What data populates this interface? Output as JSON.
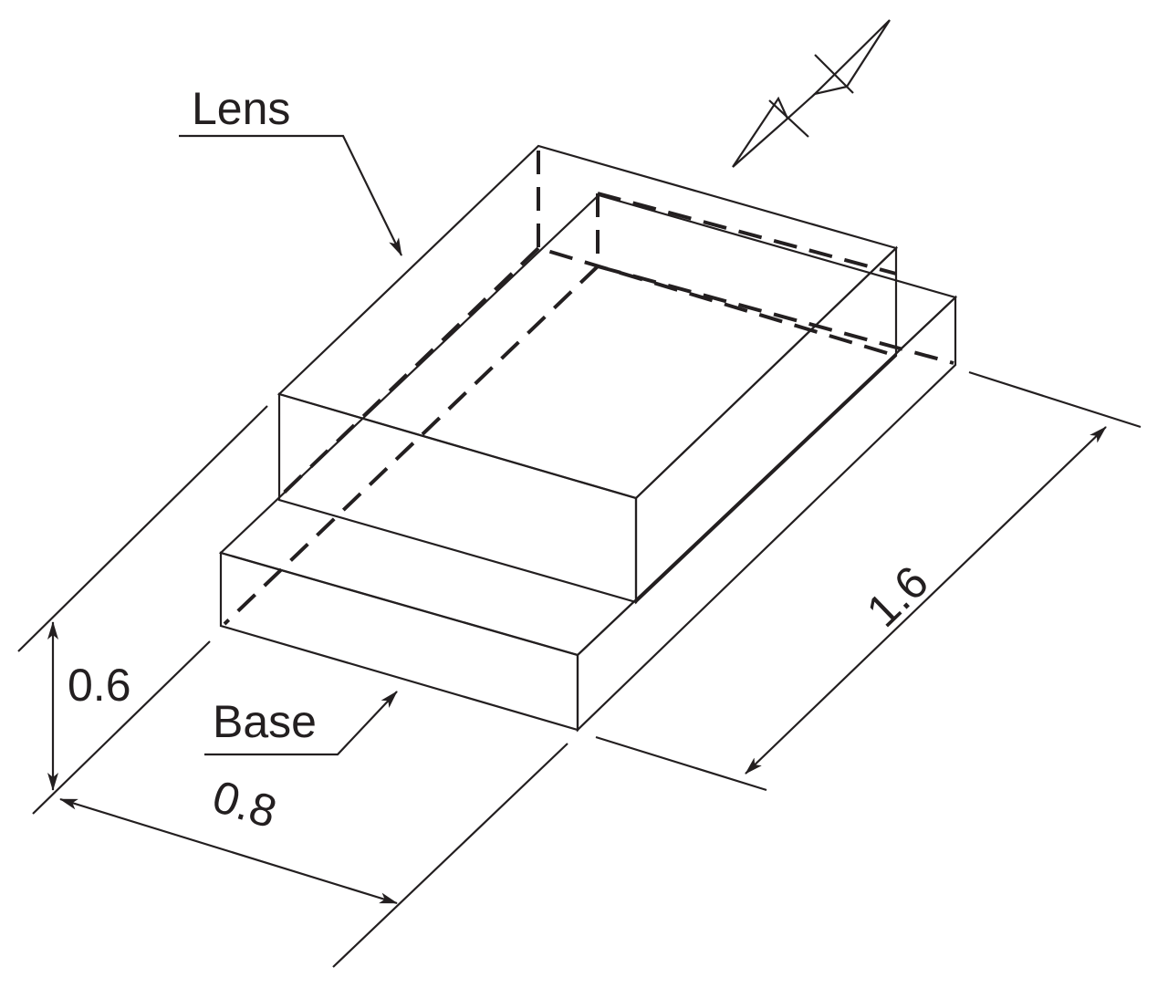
{
  "labels": {
    "lens": "Lens",
    "base": "Base"
  },
  "dimensions": {
    "height": "0.6",
    "width": "0.8",
    "length": "1.6"
  },
  "colors": {
    "base_fill": "#ed1c24",
    "line": "#231f20",
    "lens_fill": "#ffffff"
  },
  "icons": {
    "orientation": "direction-arrow-icon"
  }
}
